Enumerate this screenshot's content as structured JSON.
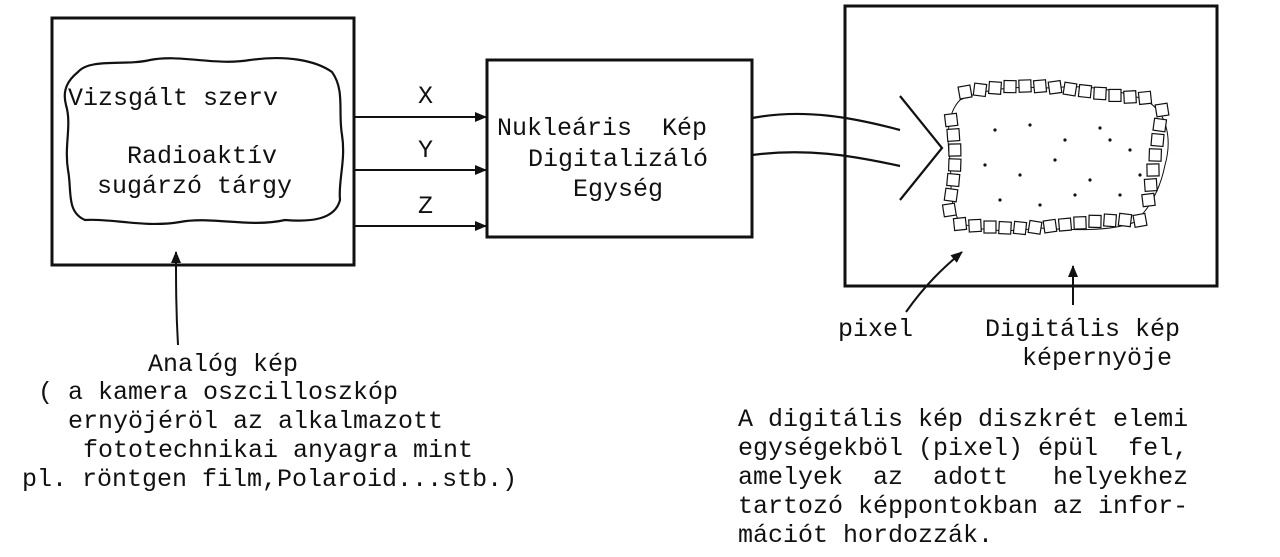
{
  "left_box": {
    "line1": "Vizsgált szerv",
    "line2": "Radioaktív",
    "line3": "sugárzó tárgy"
  },
  "signals": [
    "X",
    "Y",
    "Z"
  ],
  "middle_box": {
    "line1": "Nukleáris  Kép",
    "line2": "Digitalizáló",
    "line3": "Egység"
  },
  "labels": {
    "pixel": "pixel",
    "screen_line1": "Digitális kép",
    "screen_line2": "képernyöje"
  },
  "analog_caption": [
    "Analóg kép",
    "( a kamera oszcilloszkóp",
    "ernyöjéröl az alkalmazott",
    "fototechnikai anyagra mint",
    "pl. röntgen film,Polaroid...stb.)"
  ],
  "digital_caption": [
    "A digitális kép diszkrét elemi",
    "egységekböl (pixel) épül  fel,",
    "amelyek  az  adott   helyekhez",
    "tartozó képpontokban az infor-",
    "mációt hordozzák."
  ]
}
